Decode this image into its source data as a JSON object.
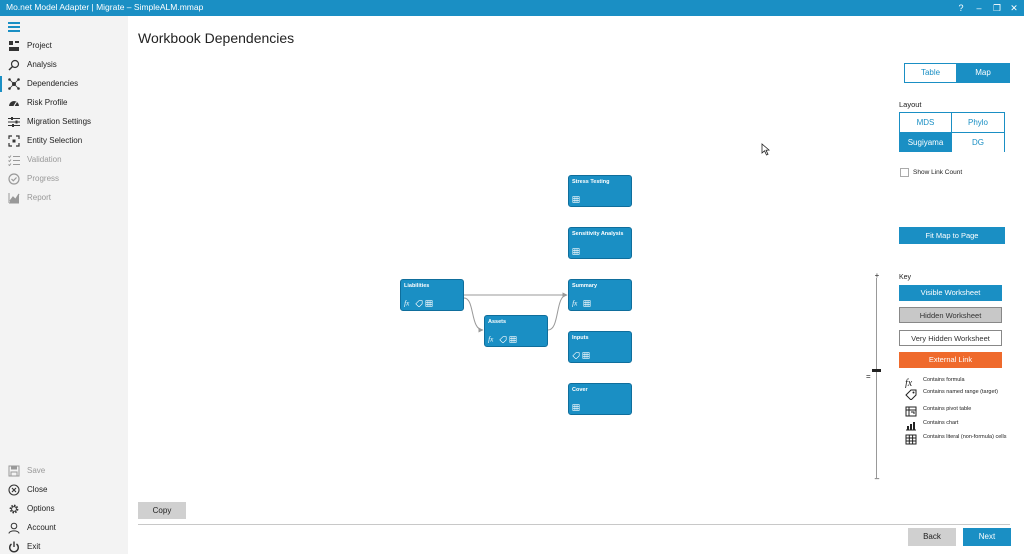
{
  "window": {
    "title": "Mo.net Model Adapter | Migrate – SimpleALM.mmap",
    "help": "?",
    "minimize": "–",
    "restore": "❐",
    "close": "✕"
  },
  "sidebar": {
    "items": [
      {
        "label": "Project",
        "icon": "project-icon",
        "state": "normal"
      },
      {
        "label": "Analysis",
        "icon": "search-icon",
        "state": "normal"
      },
      {
        "label": "Dependencies",
        "icon": "dependencies-icon",
        "state": "active"
      },
      {
        "label": "Risk Profile",
        "icon": "gauge-icon",
        "state": "normal"
      },
      {
        "label": "Migration Settings",
        "icon": "sliders-icon",
        "state": "normal"
      },
      {
        "label": "Entity Selection",
        "icon": "selection-icon",
        "state": "normal"
      },
      {
        "label": "Validation",
        "icon": "checklist-icon",
        "state": "disabled"
      },
      {
        "label": "Progress",
        "icon": "progress-icon",
        "state": "disabled"
      },
      {
        "label": "Report",
        "icon": "report-icon",
        "state": "disabled"
      }
    ],
    "bottom": [
      {
        "label": "Save",
        "icon": "save-icon",
        "state": "disabled"
      },
      {
        "label": "Close",
        "icon": "close-circle-icon",
        "state": "normal"
      },
      {
        "label": "Options",
        "icon": "gear-icon",
        "state": "normal"
      },
      {
        "label": "Account",
        "icon": "user-icon",
        "state": "normal"
      },
      {
        "label": "Exit",
        "icon": "power-icon",
        "state": "normal"
      }
    ]
  },
  "main": {
    "title": "Workbook Dependencies",
    "view_tabs": {
      "table": "Table",
      "map": "Map",
      "selected": "Map"
    },
    "layout": {
      "label": "Layout",
      "options": [
        "MDS",
        "Phylo",
        "Sugiyama",
        "DG"
      ],
      "selected": "Sugiyama"
    },
    "show_link_count": {
      "label": "Show Link Count",
      "checked": false
    },
    "fit_button": "Fit Map to Page",
    "key": {
      "label": "Key",
      "visible": "Visible Worksheet",
      "hidden": "Hidden Worksheet",
      "very_hidden": "Very Hidden Worksheet",
      "external": "External Link",
      "legend": [
        {
          "icon": "formula-icon",
          "text": "Contains formula"
        },
        {
          "icon": "named-range-icon",
          "text": "Contains named range (target)"
        },
        {
          "icon": "pivot-table-icon",
          "text": "Contains pivot table"
        },
        {
          "icon": "chart-icon",
          "text": "Contains chart"
        },
        {
          "icon": "literal-cells-icon",
          "text": "Contains literal (non-formula) cells"
        }
      ]
    },
    "zoom": {
      "plus": "+",
      "minus": "–",
      "equals": "=",
      "level": 0.5
    },
    "nodes": [
      {
        "name": "Stress Testing"
      },
      {
        "name": "Sensitivity Analysis"
      },
      {
        "name": "Liabilities"
      },
      {
        "name": "Summary"
      },
      {
        "name": "Assets"
      },
      {
        "name": "Inputs"
      },
      {
        "name": "Cover"
      }
    ],
    "copy_button": "Copy",
    "back_button": "Back",
    "next_button": "Next"
  },
  "colors": {
    "accent": "#1a8fc4",
    "external": "#ef6a2c",
    "hidden": "#c8c8c8"
  }
}
